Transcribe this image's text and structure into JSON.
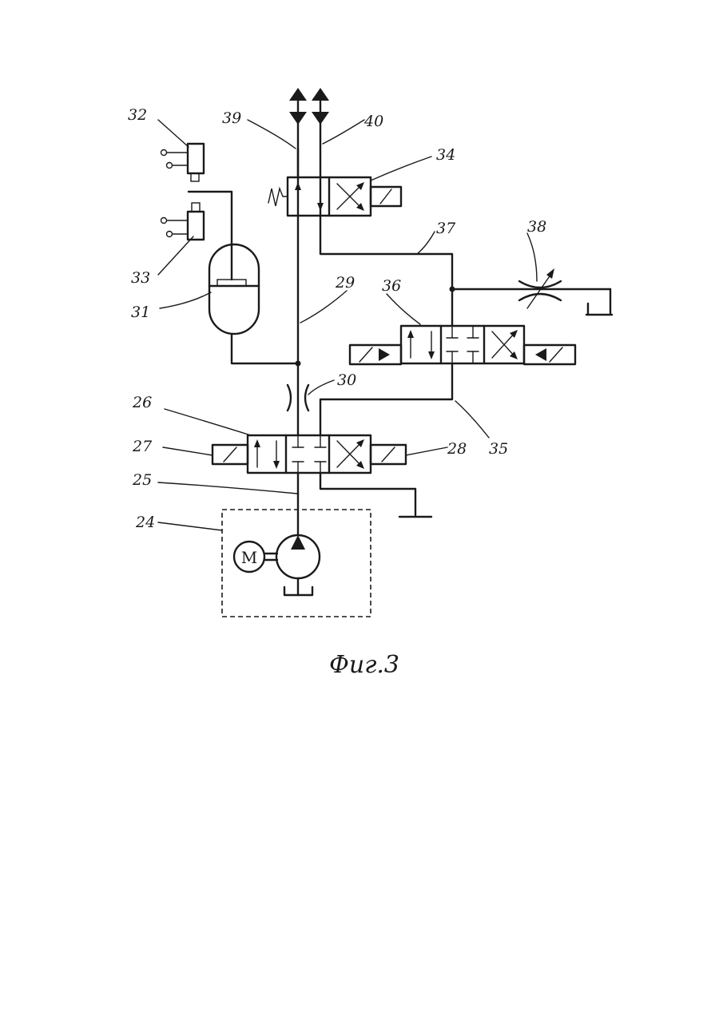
{
  "figure": {
    "caption": "Фиг.3",
    "labels": {
      "l24": "24",
      "l25": "25",
      "l26": "26",
      "l27": "27",
      "l28": "28",
      "l29": "29",
      "l30": "30",
      "l31": "31",
      "l32": "32",
      "l33": "33",
      "l34": "34",
      "l35": "35",
      "l36": "36",
      "l37": "37",
      "l38": "38",
      "l39": "39",
      "l40": "40"
    },
    "motor_letter": "M"
  }
}
